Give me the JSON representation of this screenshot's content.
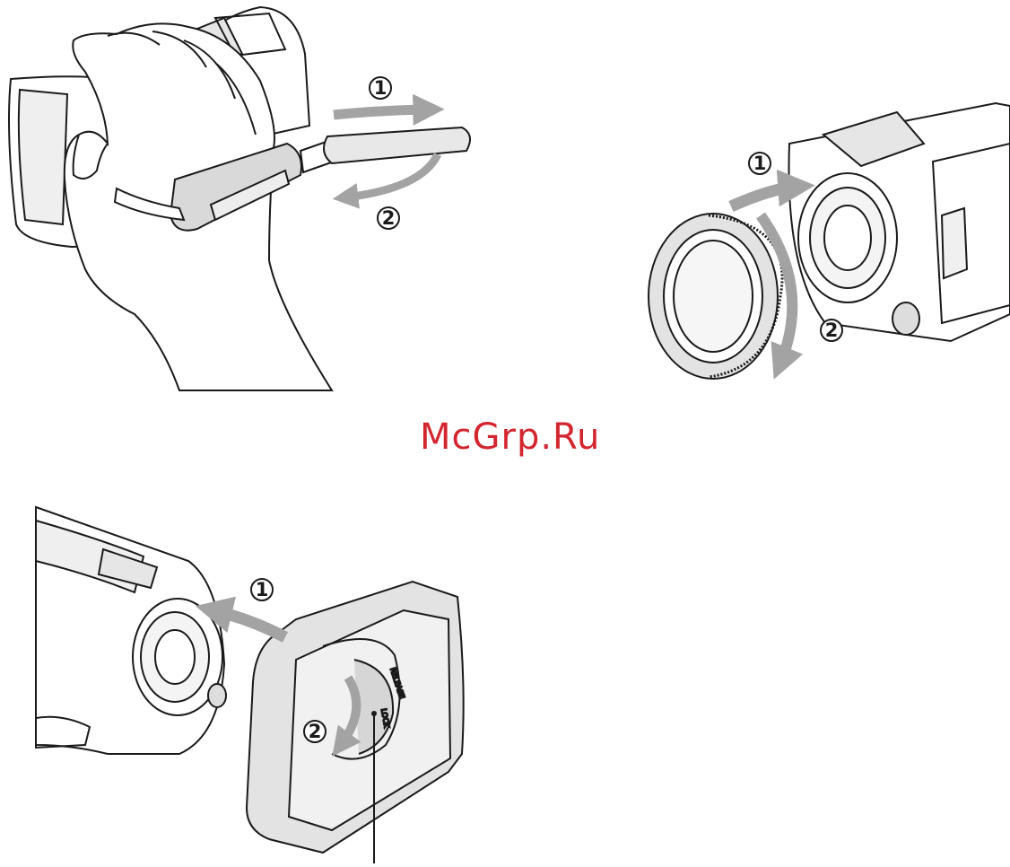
{
  "watermark": {
    "text": "McGrp.Ru",
    "color": "#d3262f"
  },
  "colors": {
    "arrow": "#a3a3a3",
    "line": "#1a1a1a",
    "fill_light": "#e3e3e3",
    "fill_mid": "#cfcfcf"
  },
  "figure_strap": {
    "step_1": "1",
    "step_2": "2",
    "icons": [
      "hand-icon",
      "camcorder-icon",
      "grip-belt-icon",
      "pull-arrow-icon",
      "fold-back-arrow-icon"
    ]
  },
  "figure_conversion_lens": {
    "step_1": "1",
    "step_2": "2",
    "icons": [
      "camcorder-icon",
      "conversion-lens-ring-icon",
      "push-arrow-icon",
      "rotate-arrow-icon"
    ]
  },
  "figure_lens_hood": {
    "step_1": "1",
    "step_2": "2",
    "hood_release_mark": "RELEASE",
    "hood_lock_mark": "LOCK",
    "icons": [
      "camcorder-icon",
      "lens-hood-icon",
      "attach-arrow-icon",
      "twist-arrow-icon",
      "callout-line"
    ]
  }
}
